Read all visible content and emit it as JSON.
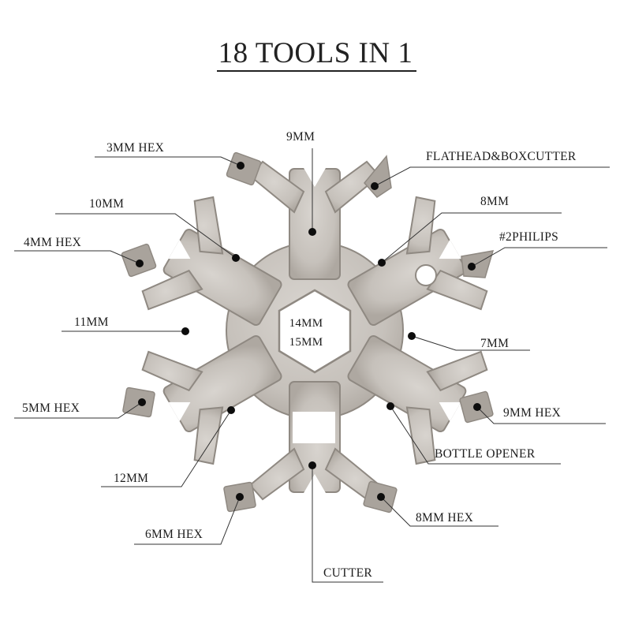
{
  "title": "18 TOOLS IN 1",
  "center_labels": [
    "14MM",
    "15MM"
  ],
  "colors": {
    "metal": "#c9c4be",
    "metal_edge": "#8f8982",
    "metal_shadow": "#a9a39c",
    "text": "#1c1c1c"
  },
  "callouts": [
    {
      "id": "9mm-top",
      "text": "9MM"
    },
    {
      "id": "3mm-hex",
      "text": "3MM HEX"
    },
    {
      "id": "flathead-boxcutter",
      "text": "FLATHEAD&BOXCUTTER"
    },
    {
      "id": "10mm",
      "text": "10MM"
    },
    {
      "id": "8mm",
      "text": "8MM"
    },
    {
      "id": "4mm-hex",
      "text": "4MM HEX"
    },
    {
      "id": "2philips",
      "text": "#2PHILIPS"
    },
    {
      "id": "11mm",
      "text": "11MM"
    },
    {
      "id": "7mm",
      "text": "7MM"
    },
    {
      "id": "5mm-hex",
      "text": "5MM HEX"
    },
    {
      "id": "9mm-hex",
      "text": "9MM HEX"
    },
    {
      "id": "bottle-opener",
      "text": "BOTTLE OPENER"
    },
    {
      "id": "12mm",
      "text": "12MM"
    },
    {
      "id": "8mm-hex",
      "text": "8MM HEX"
    },
    {
      "id": "6mm-hex",
      "text": "6MM HEX"
    },
    {
      "id": "cutter",
      "text": "CUTTER"
    }
  ]
}
